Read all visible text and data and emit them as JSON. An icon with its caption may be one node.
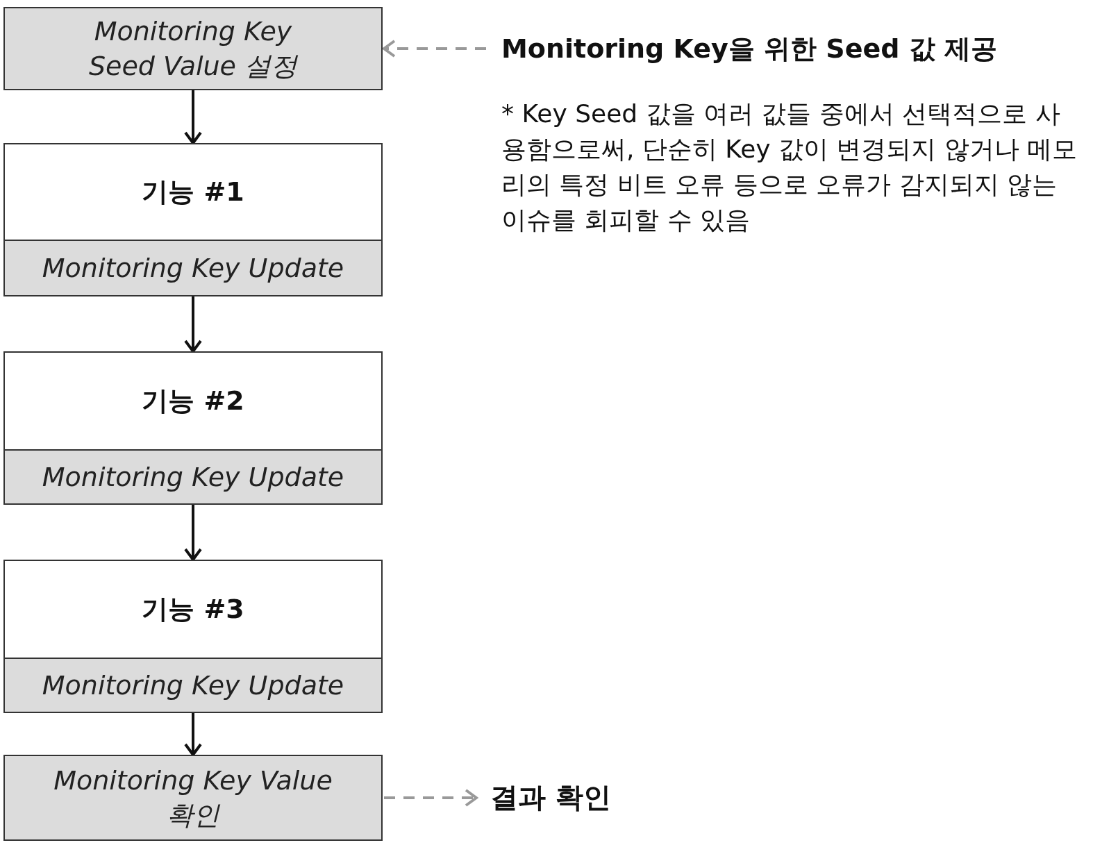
{
  "diagram": {
    "nodes": [
      {
        "text": [
          "Monitoring Key Seed Value 설정"
        ]
      },
      {
        "text": [
          "기능 #1"
        ]
      },
      {
        "text": [
          "Monitoring Key Update"
        ]
      },
      {
        "text": [
          "기능 #2"
        ]
      },
      {
        "text": [
          "Monitoring Key Update"
        ]
      },
      {
        "text": [
          "기능 #3"
        ]
      },
      {
        "text": [
          "Monitoring Key Update"
        ]
      },
      {
        "text": [
          "Monitoring Key Value 확인"
        ]
      },
      {
        "text": [
          "Monitoring Key을 위한 Seed 값 제공"
        ]
      },
      {
        "text": [
          "결과 확인"
        ]
      }
    ],
    "edges": [
      {
        "from": 0,
        "to": 1,
        "arrow": "to"
      },
      {
        "from": 2,
        "to": 3,
        "arrow": "to"
      },
      {
        "from": 4,
        "to": 5,
        "arrow": "to"
      },
      {
        "from": 6,
        "to": 7,
        "arrow": "to"
      },
      {
        "from": 8,
        "to": 0,
        "arrow": "to",
        "style": "dashed",
        "color": "#999999"
      },
      {
        "from": 7,
        "to": 9,
        "arrow": "to",
        "style": "dashed",
        "color": "#999999"
      }
    ],
    "labels": [
      "* Key Seed 값을 여러 값들 중에서 선택적으로 사용함으로써, 단순히 Key 값이 변경되지 않거나 메모리의 특정 비트 오류 등으로 오류가 감지되지 않는 이슈를 회피할 수 있음"
    ]
  }
}
